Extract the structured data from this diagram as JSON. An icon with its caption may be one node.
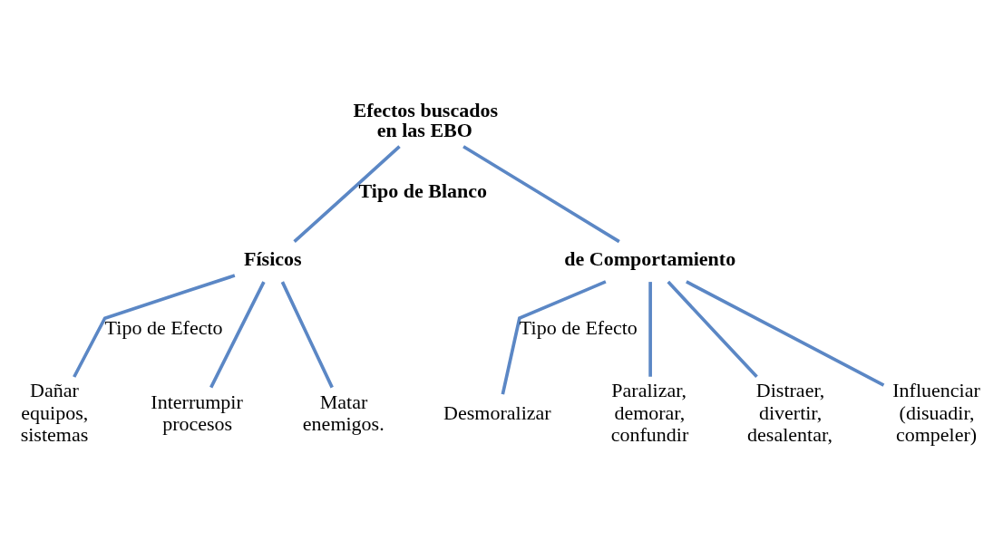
{
  "diagram": {
    "nodes": [
      {
        "text": [
          "Efectos buscados en las EBO"
        ]
      },
      {
        "text": [
          "Físicos"
        ]
      },
      {
        "text": [
          "de Comportamiento"
        ]
      },
      {
        "text": [
          "Dañar equipos, sistemas"
        ]
      },
      {
        "text": [
          "Interrumpir procesos"
        ]
      },
      {
        "text": [
          "Matar enemigos."
        ]
      },
      {
        "text": [
          "Desmoralizar"
        ]
      },
      {
        "text": [
          "Paralizar, demorar, confundir"
        ]
      },
      {
        "text": [
          "Distraer, divertir, desalentar,"
        ]
      },
      {
        "text": [
          "Influenciar (disuadir, compeler)"
        ]
      }
    ],
    "edges": [
      {
        "from": 0,
        "to": 1,
        "arrow": "none",
        "label": "Tipo de Blanco"
      },
      {
        "from": 0,
        "to": 2,
        "arrow": "none"
      },
      {
        "from": 1,
        "to": 3,
        "arrow": "none",
        "label": "Tipo de Efecto"
      },
      {
        "from": 1,
        "to": 4,
        "arrow": "none"
      },
      {
        "from": 1,
        "to": 5,
        "arrow": "none"
      },
      {
        "from": 2,
        "to": 6,
        "arrow": "none",
        "label": "Tipo de Efecto"
      },
      {
        "from": 2,
        "to": 7,
        "arrow": "none"
      },
      {
        "from": 2,
        "to": 8,
        "arrow": "none"
      },
      {
        "from": 2,
        "to": 9,
        "arrow": "none"
      }
    ]
  }
}
